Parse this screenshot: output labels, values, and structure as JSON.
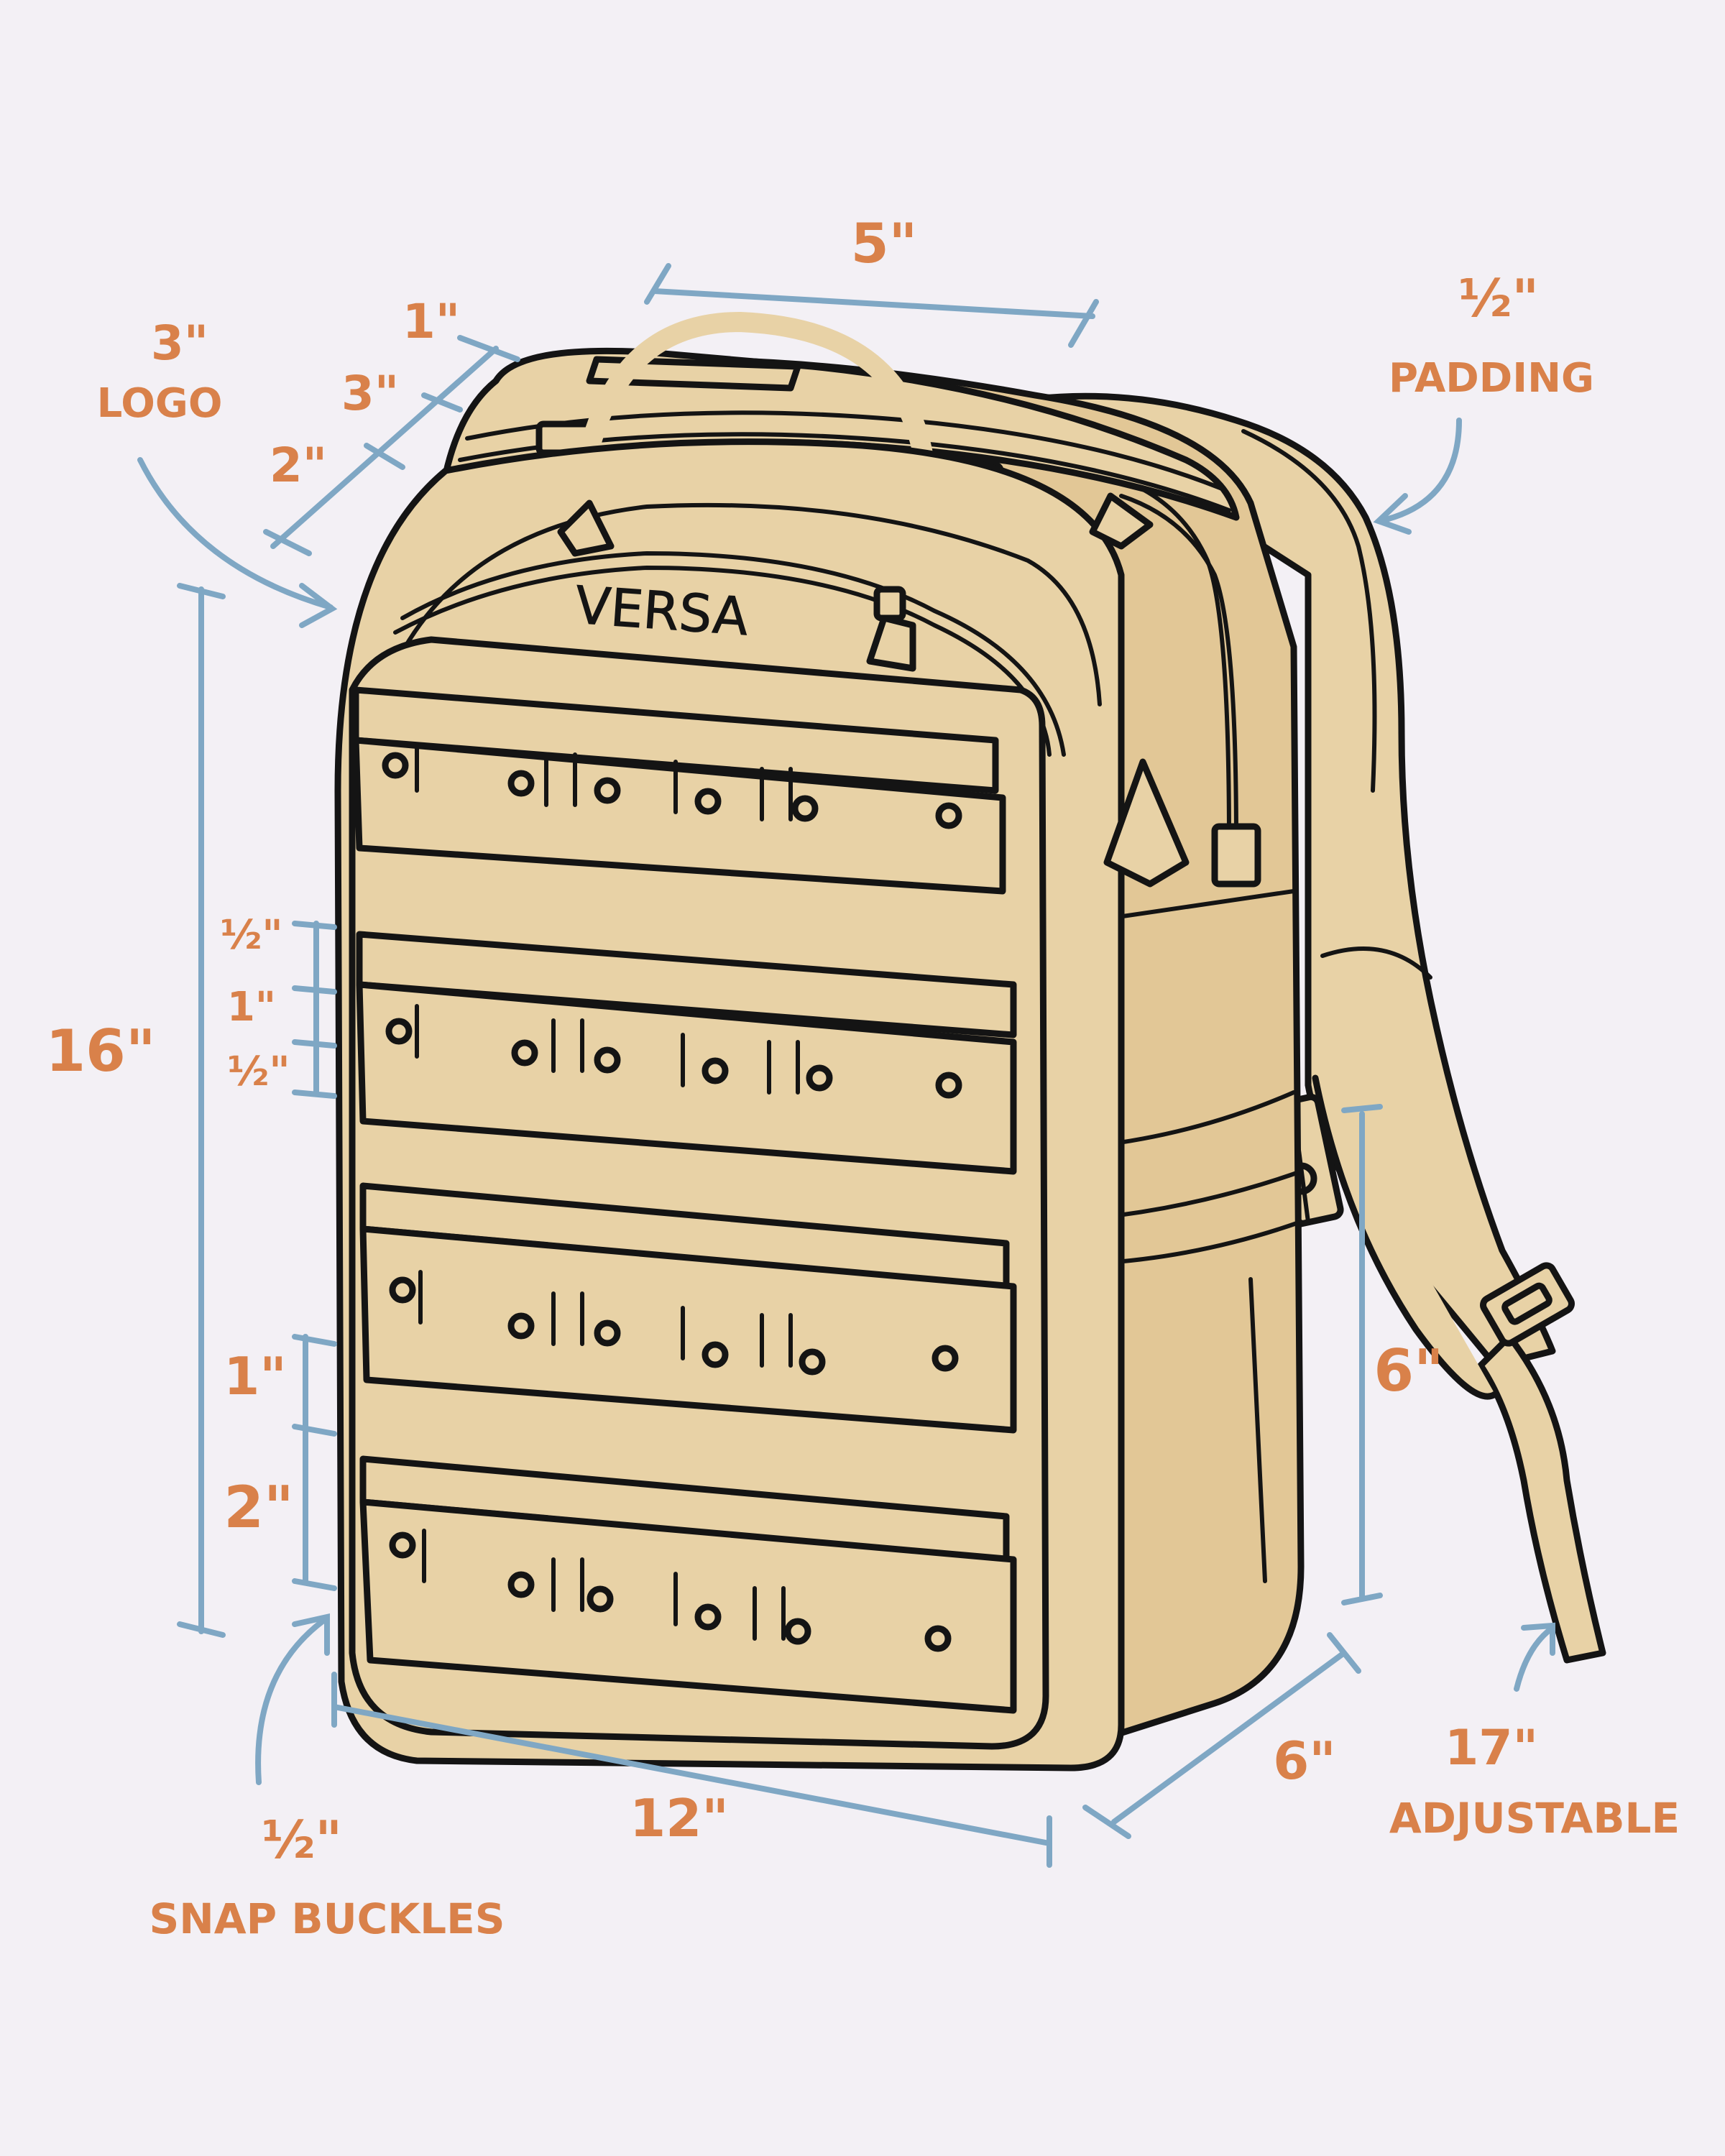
{
  "colors": {
    "background": "#f3f0f5",
    "backpack": "#e8d2a6",
    "outline": "#141414",
    "dimension_line": "#7fa7c4",
    "label": "#d9814a"
  },
  "brand": "VERSA",
  "labels": {
    "logo_size": "3\"",
    "logo": "LOGO",
    "top_depth_1": "1\"",
    "top_depth_3": "3\"",
    "top_depth_2": "2\"",
    "top_width": "5\"",
    "padding_size": "½\"",
    "padding": "PADDING",
    "height": "16\"",
    "strap_gap_1": "½\"",
    "strap_width": "1\"",
    "strap_gap_2": "½\"",
    "bottom_1": "1\"",
    "bottom_2": "2\"",
    "side_height": "6\"",
    "width": "12\"",
    "depth": "6\"",
    "snap_size": "½\"",
    "snap": "SNAP BUCKLES",
    "strap_length": "17\"",
    "adjustable": "ADJUSTABLE"
  }
}
